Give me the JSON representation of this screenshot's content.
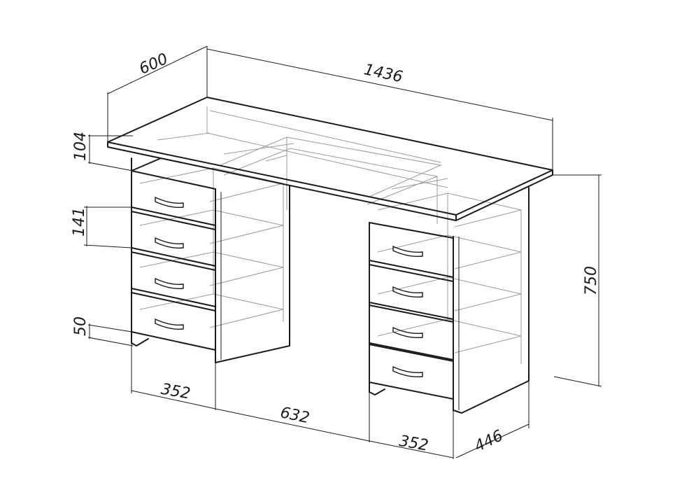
{
  "drawing": {
    "subject": "desk-with-two-drawer-pedestals",
    "line_color": "#1a1a1a",
    "hidden_line_color": "#9a9a9a",
    "dimensions": {
      "width_total": "1436",
      "depth_top": "600",
      "height_total": "750",
      "depth_pedestal": "446",
      "pedestal_left_width": "352",
      "knee_space_width": "632",
      "pedestal_right_width": "352",
      "top_frame_height": "104",
      "drawer_height": "141",
      "plinth_height": "50"
    }
  }
}
